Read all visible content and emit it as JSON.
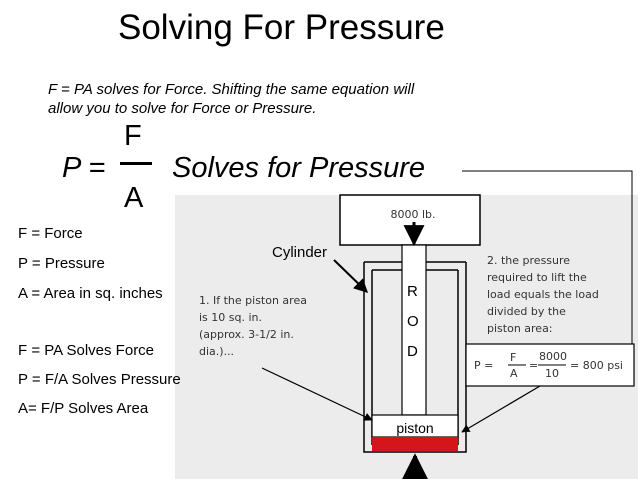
{
  "title": "Solving For Pressure",
  "intro": [
    "F = PA  solves for Force.  Shifting the same equation will",
    "allow you to solve for Force or Pressure."
  ],
  "formula": {
    "lhs": "P =",
    "numerator": "F",
    "denominator": "A",
    "caption": "Solves for Pressure"
  },
  "legend": [
    "F = Force",
    "P = Pressure",
    "A = Area in sq. inches"
  ],
  "solutions": [
    "F = PA  Solves Force",
    "P = F/A Solves Pressure",
    "A= F/P  Solves Area"
  ],
  "diagram": {
    "load_label": "8000 lb.",
    "cylinder_label": "Cylinder",
    "rod_letters": [
      "R",
      "O",
      "D"
    ],
    "piston_label": "piston",
    "note1": [
      "1. If the piston area",
      "is 10 sq. in.",
      "(approx. 3-1/2 in.",
      "dia.)..."
    ],
    "note2": [
      "2. the pressure",
      "required to lift the",
      "load equals the load",
      "divided by the",
      "piston area:"
    ],
    "equation": {
      "lhs": "P =",
      "num1": "F",
      "den1": "A",
      "eq": "=",
      "num2": "8000",
      "den2": "10",
      "result": "= 800 psi"
    },
    "colors": {
      "piston_band": "#d4161c",
      "panel_gray": "#ececec"
    }
  }
}
